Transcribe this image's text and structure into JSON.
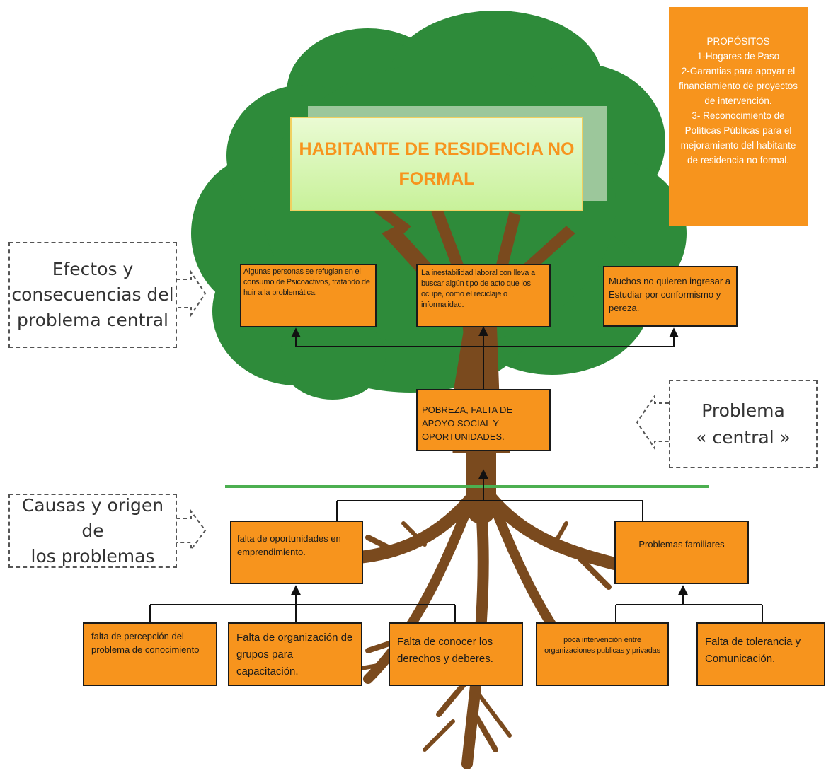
{
  "title": "HABITANTE DE RESIDENCIA NO FORMAL",
  "purposes": {
    "heading": "PROPÓSITOS",
    "lines": [
      "1-Hogares de Paso",
      "2-Garantias para apoyar el",
      "financiamiento de proyectos",
      "de intervención.",
      "3- Reconocimiento de",
      "Políticas Públicas para el",
      "mejoramiento del habitante",
      "de residencia no formal."
    ]
  },
  "side_labels": {
    "effects": "Efectos y\nconsecuencias del\nproblema central",
    "central": "Problema\n« central »",
    "causes": "Causas y origen de\nlos problemas"
  },
  "effects": [
    "Algunas personas se refugian en el consumo de Psicoactivos, tratando de huir a la problemática.",
    "La inestabilidad laboral con lleva a buscar algún tipo de acto que los ocupe, como el reciclaje o informalidad.",
    "Muchos no quieren ingresar a Estudiar por conformismo y pereza."
  ],
  "central_problem": "POBREZA, FALTA DE APOYO SOCIAL Y OPORTUNIDADES.",
  "primary_causes": [
    "falta de oportunidades en emprendimiento.",
    "Problemas familiares"
  ],
  "secondary_causes": [
    "falta de percepción del problema de conocimiento",
    "Falta de organización de grupos para capacitación.",
    "Falta de conocer los derechos y deberes.",
    "poca intervención entre organizaciones publicas y privadas",
    "Falta de tolerancia y Comunicación."
  ],
  "colors": {
    "box_fill": "#f7941d",
    "canopy": "#2e8b3a",
    "trunk": "#7a4a1e",
    "ground_line": "#4caf50",
    "title_text": "#f7941d"
  }
}
